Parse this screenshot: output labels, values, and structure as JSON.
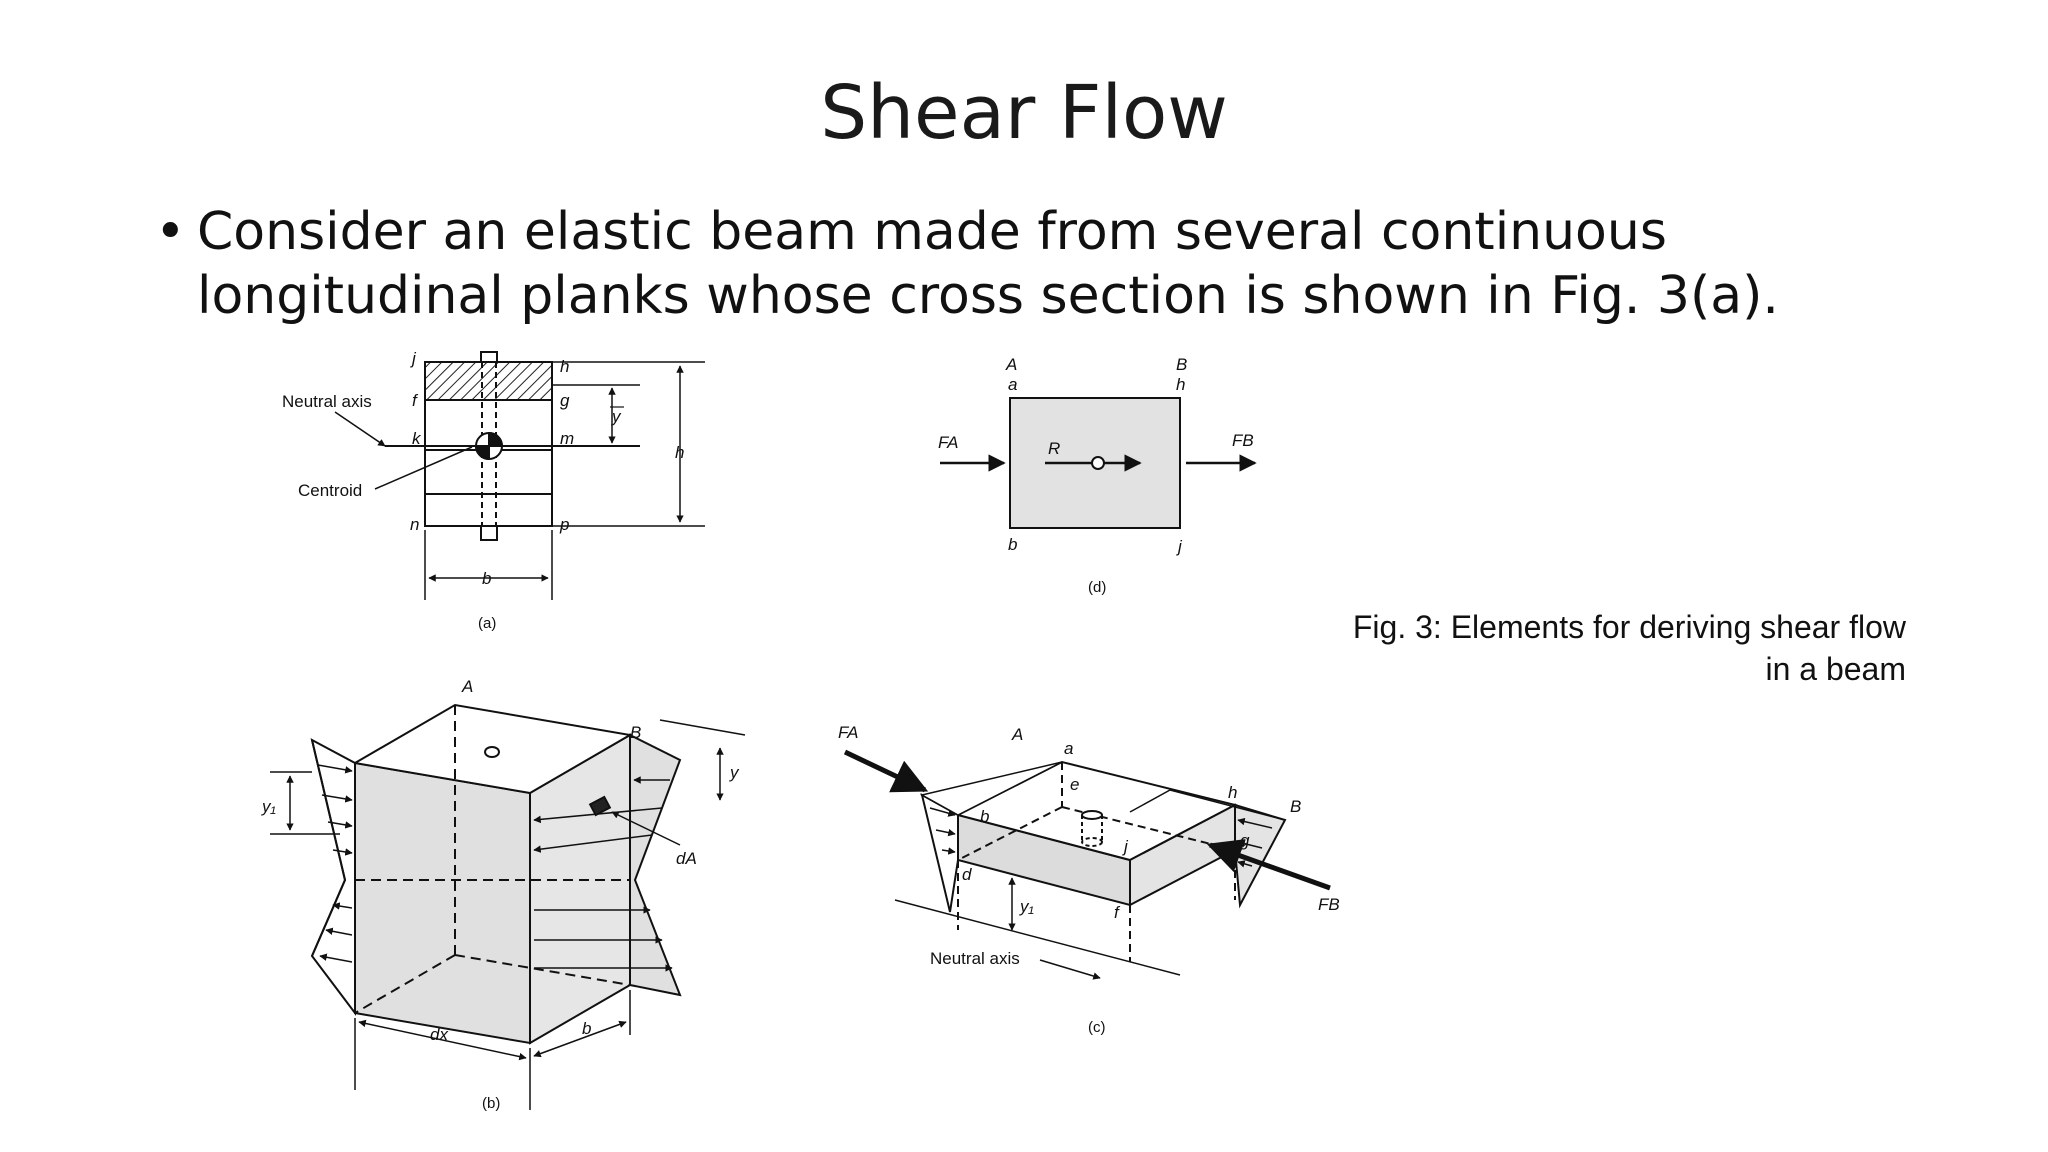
{
  "slide": {
    "title": "Shear Flow",
    "bullet_symbol": "•",
    "bullet_text": "Consider an elastic beam made from several continuous longitudinal planks whose cross section is shown in Fig. 3(a).",
    "caption": "Fig. 3: Elements for deriving shear flow in a beam"
  },
  "figure": {
    "a": {
      "panel_label": "(a)",
      "neutral_axis": "Neutral axis",
      "centroid": "Centroid",
      "j": "j",
      "h_top": "h",
      "f": "f",
      "g": "g",
      "k": "k",
      "m": "m",
      "n": "n",
      "p": "p",
      "ybar": "y",
      "h_dim": "h",
      "b_dim": "b"
    },
    "b": {
      "panel_label": "(b)",
      "A": "A",
      "B": "B",
      "y": "y",
      "y1": "y₁",
      "dA": "dA",
      "dx": "dx",
      "b": "b"
    },
    "c": {
      "panel_label": "(c)",
      "FA": "FA",
      "FB": "FB",
      "A": "A",
      "a": "a",
      "B": "B",
      "h": "h",
      "e": "e",
      "b": "b",
      "j": "j",
      "g": "g",
      "d": "d",
      "f": "f",
      "y1": "y₁",
      "neutral_axis": "Neutral axis"
    },
    "d": {
      "panel_label": "(d)",
      "A": "A",
      "a": "a",
      "B": "B",
      "h": "h",
      "FA": "FA",
      "FB": "FB",
      "R": "R",
      "b": "b",
      "j": "j"
    }
  }
}
